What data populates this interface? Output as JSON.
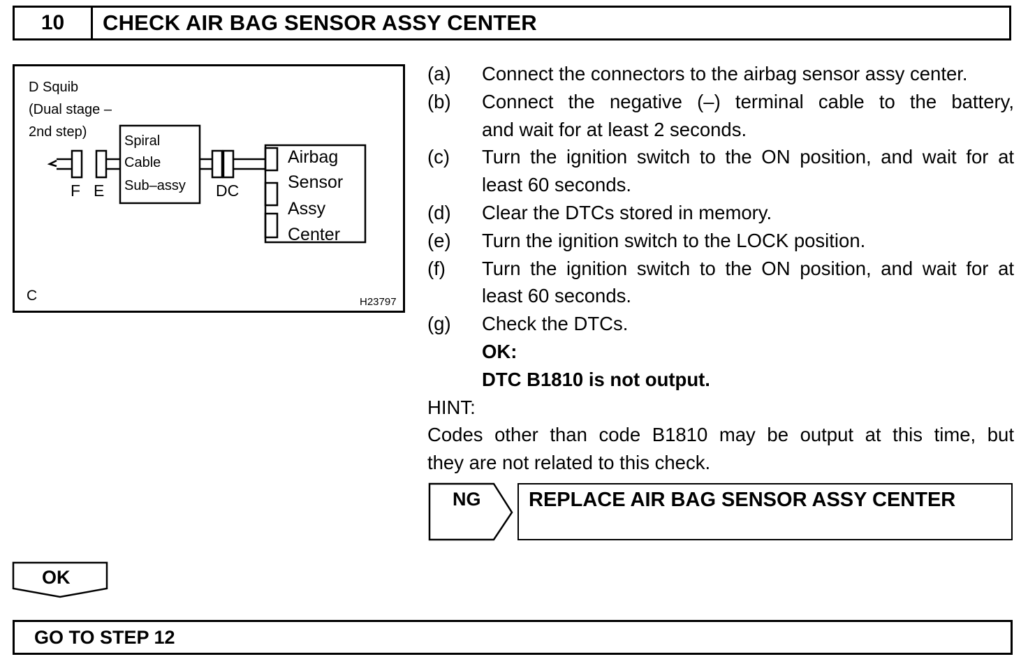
{
  "header": {
    "step_number": "10",
    "title": "CHECK AIR BAG SENSOR ASSY CENTER"
  },
  "diagram": {
    "squib_label": [
      "D Squib",
      "(Dual stage –",
      "2nd step)"
    ],
    "spiral_label": [
      "Spiral",
      "Cable",
      "Sub–assy"
    ],
    "sensor_label": [
      "Airbag",
      "Sensor",
      "Assy",
      "Center"
    ],
    "connector_f": "F",
    "connector_e": "E",
    "connector_dc": "DC",
    "corner_label": "C",
    "figure_id": "H23797"
  },
  "steps": [
    {
      "letter": "(a)",
      "lines": [
        "Connect the connectors to the airbag sensor assy center."
      ]
    },
    {
      "letter": "(b)",
      "lines": [
        "Connect the negative (–) terminal cable to the battery,",
        "and wait for at least 2 seconds."
      ]
    },
    {
      "letter": "(c)",
      "lines": [
        "Turn the ignition switch to the ON position, and wait for at",
        "least 60 seconds."
      ]
    },
    {
      "letter": "(d)",
      "lines": [
        "Clear the DTCs stored in memory."
      ]
    },
    {
      "letter": "(e)",
      "lines": [
        "Turn the ignition switch to the LOCK position."
      ]
    },
    {
      "letter": "(f)",
      "lines": [
        "Turn the ignition switch to the ON position, and wait for at",
        "least 60 seconds."
      ]
    },
    {
      "letter": "(g)",
      "lines": [
        "Check the DTCs."
      ]
    }
  ],
  "ok_condition": {
    "label": "OK:",
    "text": "DTC B1810 is not output."
  },
  "hint": {
    "label": "HINT:",
    "lines": [
      "Codes other than code B1810 may be output at this time, but",
      "they are not related to this check."
    ]
  },
  "ng_branch": {
    "label": "NG",
    "action": "REPLACE AIR BAG SENSOR ASSY CENTER"
  },
  "ok_branch": {
    "label": "OK",
    "action": "GO TO STEP 12"
  }
}
